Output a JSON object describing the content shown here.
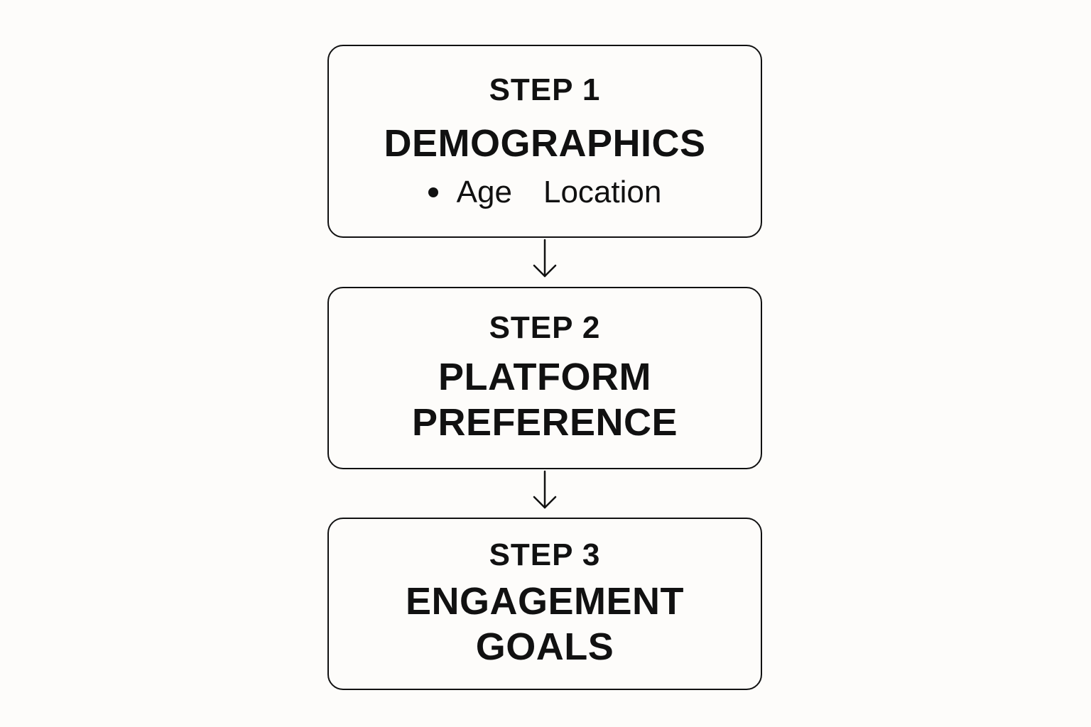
{
  "steps": [
    {
      "label": "STEP 1",
      "title_lines": [
        "DEMOGRAPHICS"
      ],
      "details": [
        "Age",
        "Location"
      ]
    },
    {
      "label": "STEP 2",
      "title_lines": [
        "PLATFORM",
        "PREFERENCE"
      ]
    },
    {
      "label": "STEP 3",
      "title_lines": [
        "ENGAGEMENT",
        "GOALS"
      ]
    }
  ],
  "colors": {
    "background": "#fdfcfa",
    "stroke": "#111111"
  },
  "icons": {
    "bullet": "bullet-dot-icon",
    "connector": "arrow-down-icon"
  }
}
